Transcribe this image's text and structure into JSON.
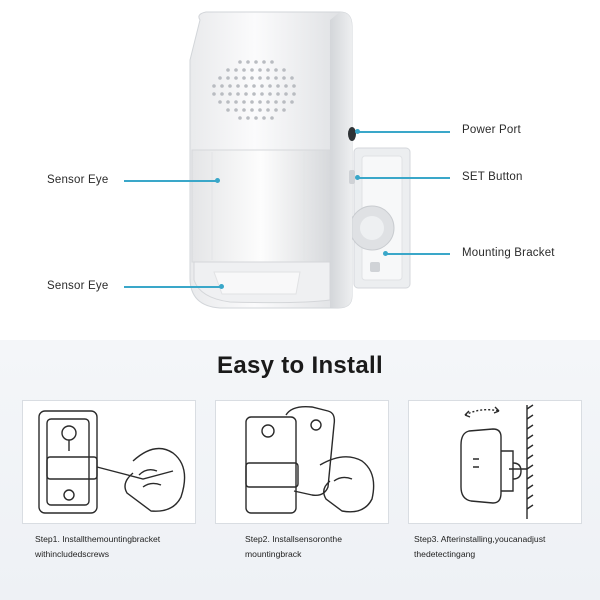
{
  "product": {
    "labels": {
      "power_port": "Power Port",
      "set_button": "SET Button",
      "mounting_bracket": "Mounting Bracket",
      "sensor_eye_upper": "Sensor Eye",
      "sensor_eye_lower": "Sensor Eye"
    },
    "accent_color": "#3aa7c9"
  },
  "install": {
    "title": "Easy to Install",
    "steps": [
      {
        "line1": "Step1. Installthemountingbracket",
        "line2": "withincludedscrews"
      },
      {
        "line1": "Step2. Installsensoronthe",
        "line2": "mountingbrack"
      },
      {
        "line1": "Step3. Afterinstalling,youcanadjust",
        "line2": "thedetectingang"
      }
    ]
  }
}
